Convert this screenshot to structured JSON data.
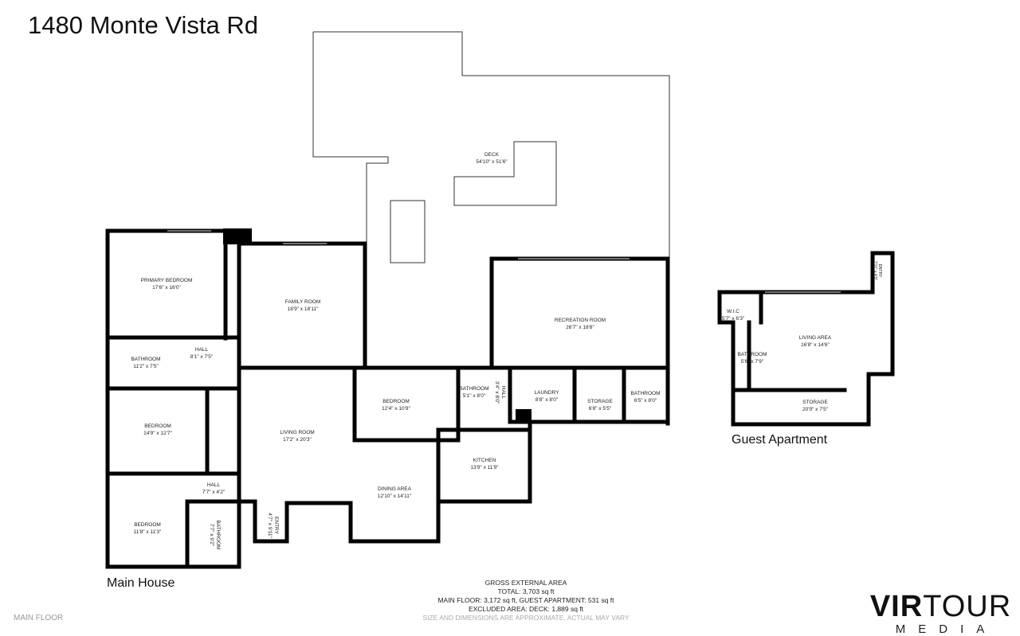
{
  "title": "1480 Monte Vista Rd",
  "sections": {
    "main_house": "Main House",
    "guest_apartment": "Guest Apartment"
  },
  "floor_label": "MAIN FLOOR",
  "rooms": {
    "deck": {
      "name": "DECK",
      "dims": "54'10\" x 51'6\""
    },
    "primary_bedroom": {
      "name": "PRIMARY BEDROOM",
      "dims": "17'6\" x 16'0\""
    },
    "family_room": {
      "name": "FAMILY ROOM",
      "dims": "18'9\" x 18'11\""
    },
    "recreation_room": {
      "name": "RECREATION ROOM",
      "dims": "26'7\" x 18'8\""
    },
    "bathroom_1": {
      "name": "BATHROOM",
      "dims": "11'2\" x 7'5\""
    },
    "hall_1": {
      "name": "HALL",
      "dims": "8'1\" x 7'5\""
    },
    "bedroom_2": {
      "name": "BEDROOM",
      "dims": "14'9\" x 12'7\""
    },
    "living_room": {
      "name": "LIVING ROOM",
      "dims": "17'2\" x 20'3\""
    },
    "bedroom_3": {
      "name": "BEDROOM",
      "dims": "12'4\" x 10'9\""
    },
    "bathroom_2": {
      "name": "BATHROOM",
      "dims": "5'1\" x 8'0\""
    },
    "hall_2": {
      "name": "HALL",
      "dims": "3'4\" x 8'0\""
    },
    "laundry": {
      "name": "LAUNDRY",
      "dims": "8'8\" x 8'0\""
    },
    "storage_1": {
      "name": "STORAGE",
      "dims": "6'8\" x 5'5\""
    },
    "bathroom_3": {
      "name": "BATHROOM",
      "dims": "6'5\" x 8'0\""
    },
    "kitchen": {
      "name": "KITCHEN",
      "dims": "13'9\" x 11'9\""
    },
    "dining_area": {
      "name": "DINING AREA",
      "dims": "12'10\" x 14'11\""
    },
    "hall_3": {
      "name": "HALL",
      "dims": "7'7\" x 4'2\""
    },
    "bedroom_4": {
      "name": "BEDROOM",
      "dims": "11'8\" x 11'3\""
    },
    "bathroom_4": {
      "name": "BATHROOM",
      "dims": "7'7\" x 9'2\""
    },
    "entry_1": {
      "name": "ENTRY",
      "dims": "4'7\" x 9'11\""
    },
    "wic": {
      "name": "W.I.C",
      "dims": "5'7\" x 6'3\""
    },
    "living_area": {
      "name": "LIVING AREA",
      "dims": "16'8\" x 14'6\""
    },
    "bathroom_5": {
      "name": "BATHROOM",
      "dims": "5'6\" x 7'9\""
    },
    "storage_2": {
      "name": "STORAGE",
      "dims": "20'9\" x 7'5\""
    },
    "entry_2": {
      "name": "ENTRY",
      "dims": "2'11\" x 4'0\""
    }
  },
  "area_summary": {
    "heading": "GROSS EXTERNAL AREA",
    "total": "TOTAL: 3,703 sq ft",
    "breakdown": "MAIN FLOOR: 3,172 sq ft, GUEST APARTMENT: 531 sq ft",
    "excluded": "EXCLUDED AREA: DECK: 1,889 sq ft",
    "disclaimer": "SIZE AND DIMENSIONS ARE APPROXIMATE, ACTUAL MAY VARY"
  },
  "logo": {
    "bold": "VIR",
    "light": "TOUR",
    "sub": "MEDIA"
  }
}
